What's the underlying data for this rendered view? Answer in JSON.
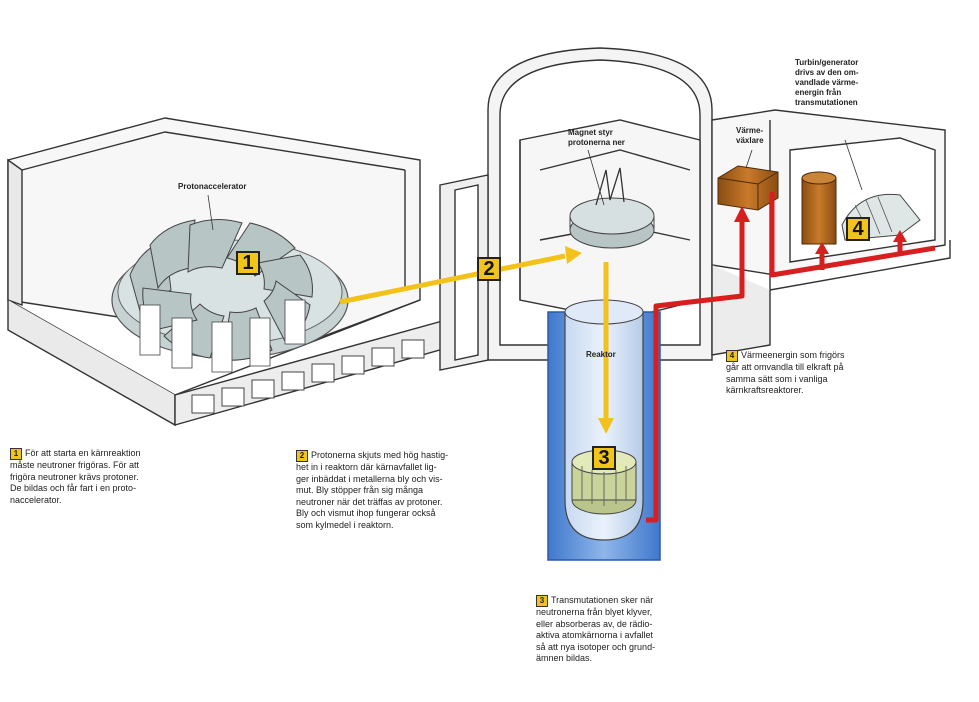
{
  "labels": {
    "protonaccelerator": "Protonaccelerator",
    "magnet": "Magnet styr\nprotonerna ner",
    "reaktor": "Reaktor",
    "varmevaxlare": "Värme-\nväxlare",
    "turbin": "Turbin/generator\ndrivs av den om-\nvandlade värme-\nenergin från\ntransmutationen"
  },
  "badges": [
    "1",
    "2",
    "3",
    "4"
  ],
  "captions": [
    {
      "num": "1",
      "text": "För att starta en kärnreaktion\nmåste neutroner frigöras. För att\nfrigöra neutroner krävs protoner.\nDe bildas och får fart i en proto-\nnaccelerator."
    },
    {
      "num": "2",
      "text": "Protonerna skjuts med hög hastig-\nhet in i reaktorn där kärnavfallet lig-\nger inbäddat i metallerna bly och vis-\nmut. Bly stöpper från sig många\nneutroner när det träffas av protoner.\nBly och vismut ihop fungerar också\nsom kylmedel i reaktorn."
    },
    {
      "num": "3",
      "text": "Transmutationen sker när\nneutronerna från blyet klyver,\neller absorberas av, de rädio-\naktiva atomkärnorna i avfallet\nså att nya isotoper och grund-\nämnen bildas."
    },
    {
      "num": "4",
      "text": "Värmeenergin som frigörs\ngår att omvandla till elkraft på\nsamma sätt som i vanliga\nkärnkraftsreaktorer."
    }
  ],
  "colors": {
    "beam": "#f2c21a",
    "hot_pipe": "#d81e1e",
    "reactor_water": "#5b8fd6",
    "badge": "#f0c419"
  }
}
